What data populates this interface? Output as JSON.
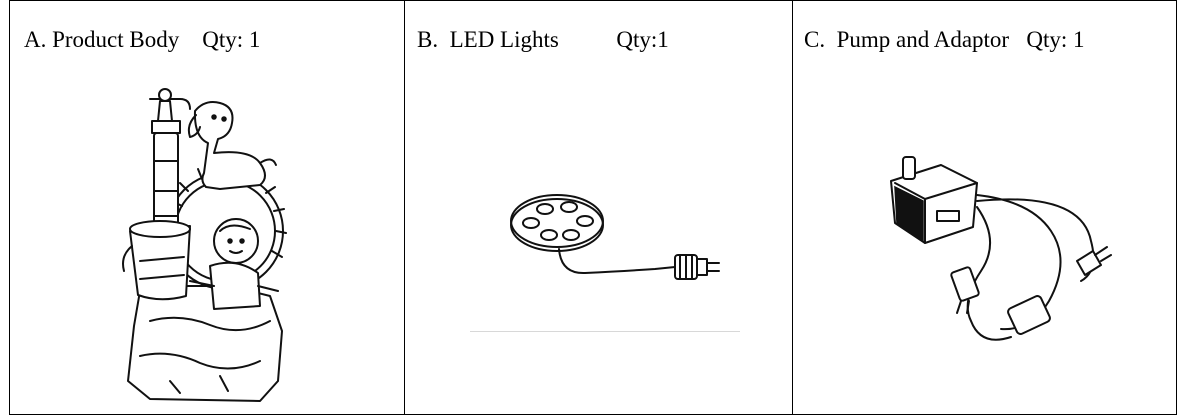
{
  "parts": [
    {
      "label": "A. Product Body",
      "qty": "Qty: 1",
      "icon": "fountain-icon"
    },
    {
      "label": "B.  LED Lights",
      "qty": "Qty:1",
      "icon": "led-light-icon"
    },
    {
      "label": "C.  Pump and Adaptor",
      "qty": "Qty: 1",
      "icon": "pump-adaptor-icon"
    }
  ]
}
